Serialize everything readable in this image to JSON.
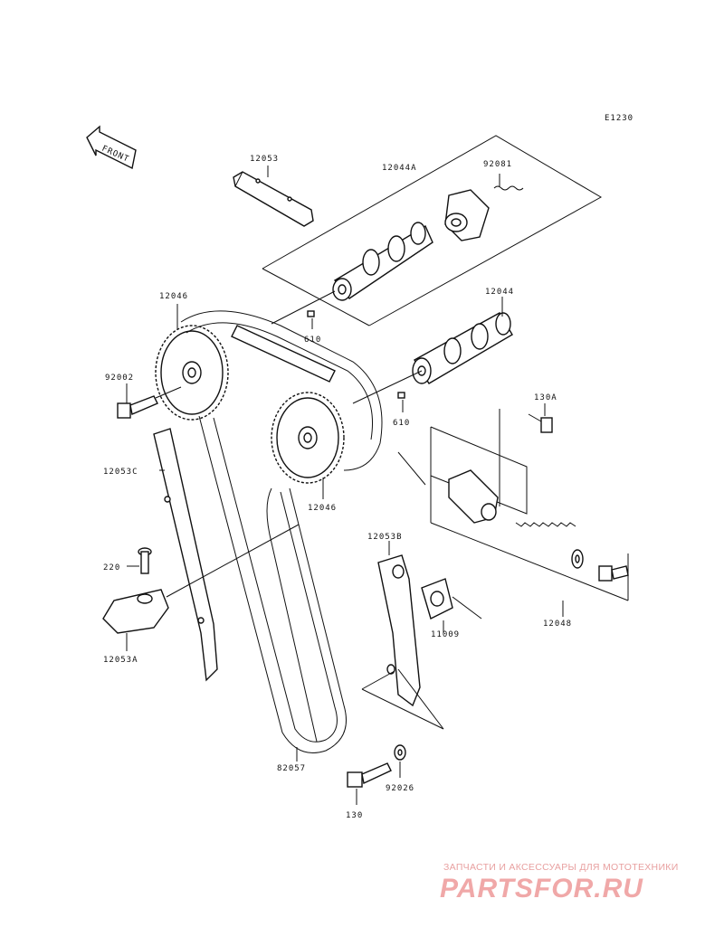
{
  "diagram": {
    "code": "E1230",
    "front_label": "FRONT",
    "labels": {
      "p12053": "12053",
      "p12044A": "12044A",
      "p92081": "92081",
      "p12046_top": "12046",
      "p12044": "12044",
      "p610_a": "610",
      "p610_b": "610",
      "p92002": "92002",
      "p130A": "130A",
      "p12053C": "12053C",
      "p12046_mid": "12046",
      "p12053B": "12053B",
      "p220": "220",
      "p12053A": "12053A",
      "p11009": "11009",
      "p12048": "12048",
      "p82057": "82057",
      "p92026": "92026",
      "p130": "130"
    }
  },
  "watermark": {
    "tagline": "ЗАПЧАСТИ И АКСЕССУАРЫ ДЛЯ МОТОТЕХНИКИ",
    "brand": "PARTSFOR.RU"
  }
}
